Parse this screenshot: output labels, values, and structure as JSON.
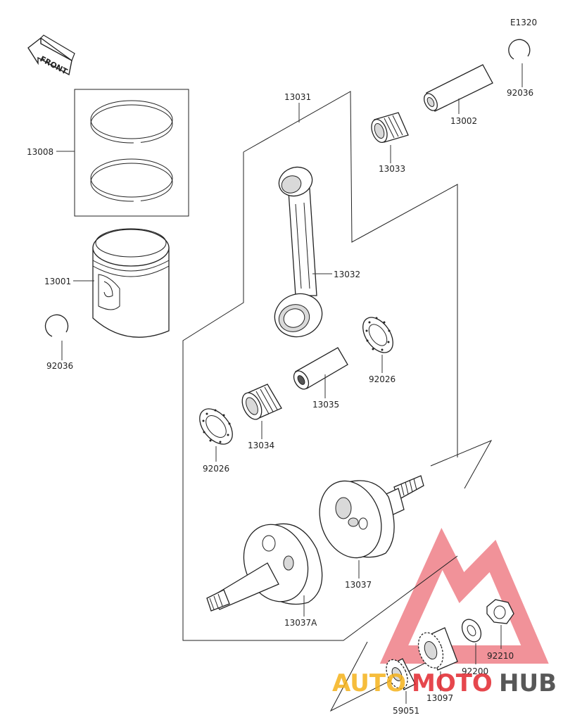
{
  "diagram": {
    "code": "E1320",
    "front_label": "FRONT",
    "parts": [
      {
        "id": "p13008",
        "number": "13008"
      },
      {
        "id": "p13001",
        "number": "13001"
      },
      {
        "id": "p92036a",
        "number": "92036"
      },
      {
        "id": "p92036b",
        "number": "92036"
      },
      {
        "id": "p13002",
        "number": "13002"
      },
      {
        "id": "p13031",
        "number": "13031"
      },
      {
        "id": "p13033",
        "number": "13033"
      },
      {
        "id": "p13032",
        "number": "13032"
      },
      {
        "id": "p92026a",
        "number": "92026"
      },
      {
        "id": "p13035",
        "number": "13035"
      },
      {
        "id": "p13034",
        "number": "13034"
      },
      {
        "id": "p92026b",
        "number": "92026"
      },
      {
        "id": "p13037",
        "number": "13037"
      },
      {
        "id": "p13037A",
        "number": "13037A"
      },
      {
        "id": "p92210",
        "number": "92210"
      },
      {
        "id": "p92200",
        "number": "92200"
      },
      {
        "id": "p13097",
        "number": "13097"
      },
      {
        "id": "p59051",
        "number": "59051"
      }
    ]
  },
  "watermark": {
    "part1": "AUTO",
    "part2": "MOTO",
    "part3": "HUB",
    "colors": {
      "auto": "#f5b21b",
      "moto": "#e2272e",
      "hub": "#3c3c3c",
      "triangle": "#e63946"
    }
  }
}
